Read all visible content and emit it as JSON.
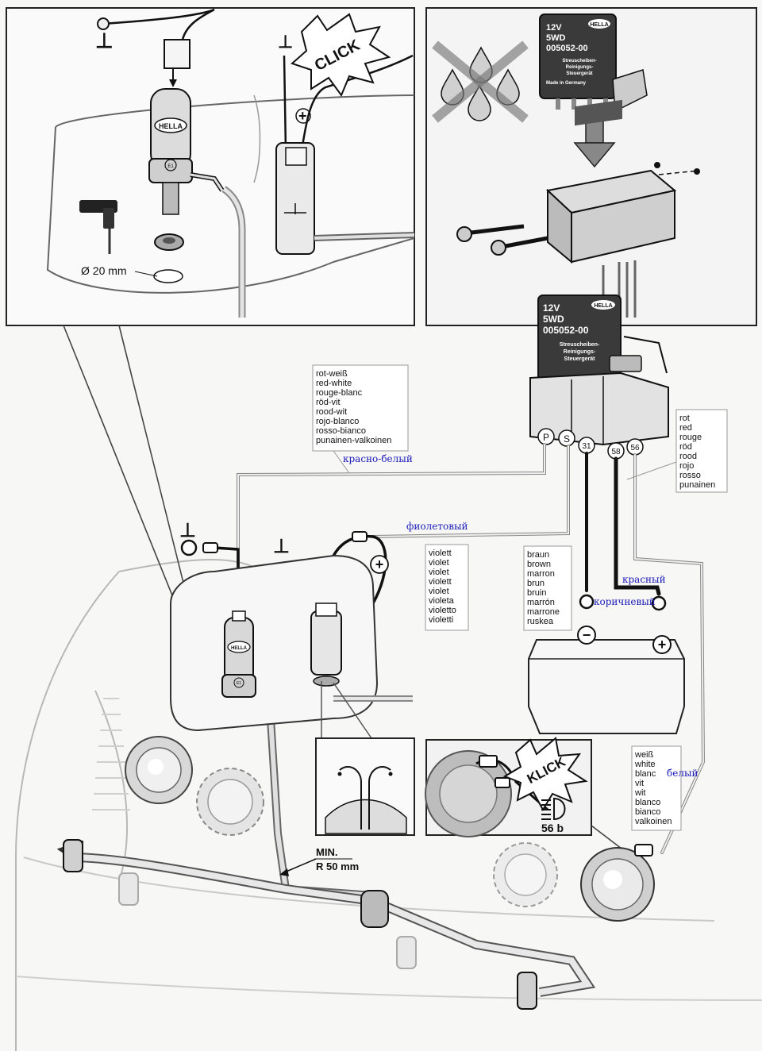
{
  "top_left_panel": {
    "ground_symbol": "⊥",
    "click_text": "CLICK",
    "plus_symbol": "+",
    "hella_logo": "HELLA",
    "e1_mark": "E1",
    "drill_size": "Ø 20 mm"
  },
  "top_right_panel": {
    "relay_lines": [
      "12V",
      "5WD",
      "005052-00"
    ],
    "relay_small_lines": [
      "Streuscheiben-",
      "Reinigungs-",
      "Steuergerät"
    ],
    "relay_made_in": "Made in Germany",
    "hella_logo": "HELLA"
  },
  "main_relay": {
    "lines": [
      "12V",
      "5WD",
      "005052-00"
    ],
    "small_lines": [
      "Streuscheiben-",
      "Reinigungs-",
      "Steuergerät"
    ],
    "hella_logo": "HELLA",
    "terminals": [
      "P",
      "S",
      "31",
      "58",
      "56"
    ]
  },
  "labels": {
    "red_white": {
      "lines": [
        "rot-weiß",
        "red-white",
        "rouge-blanc",
        "röd-vit",
        "rood-wit",
        "rojo-blanco",
        "rosso-bianco",
        "punainen-valkoinen"
      ],
      "ru": "красно-белый"
    },
    "red": {
      "lines": [
        "rot",
        "red",
        "rouge",
        "röd",
        "rood",
        "rojo",
        "rosso",
        "punainen"
      ],
      "ru": "красный"
    },
    "violet": {
      "lines": [
        "violett",
        "violet",
        "violet",
        "violett",
        "violet",
        "violeta",
        "violetto",
        "violetti"
      ],
      "ru": "фиолетовый"
    },
    "brown": {
      "lines": [
        "braun",
        "brown",
        "marron",
        "brun",
        "bruin",
        "marrón",
        "marrone",
        "ruskea"
      ],
      "ru": "коричневый"
    },
    "white": {
      "lines": [
        "weiß",
        "white",
        "blanc",
        "vit",
        "wit",
        "blanco",
        "bianco",
        "valkoinen"
      ],
      "ru": "белый"
    }
  },
  "battery": {
    "minus": "−",
    "plus": "+"
  },
  "pump": {
    "ground_symbol": "⊥",
    "plus_symbol": "+",
    "hella_logo": "HELLA",
    "e1_mark": "E1"
  },
  "hose": {
    "min_label": "MIN.",
    "radius_label": "R 50 mm"
  },
  "klick_panel": {
    "click_text": "KLICK",
    "terminal_label": "56 b"
  }
}
